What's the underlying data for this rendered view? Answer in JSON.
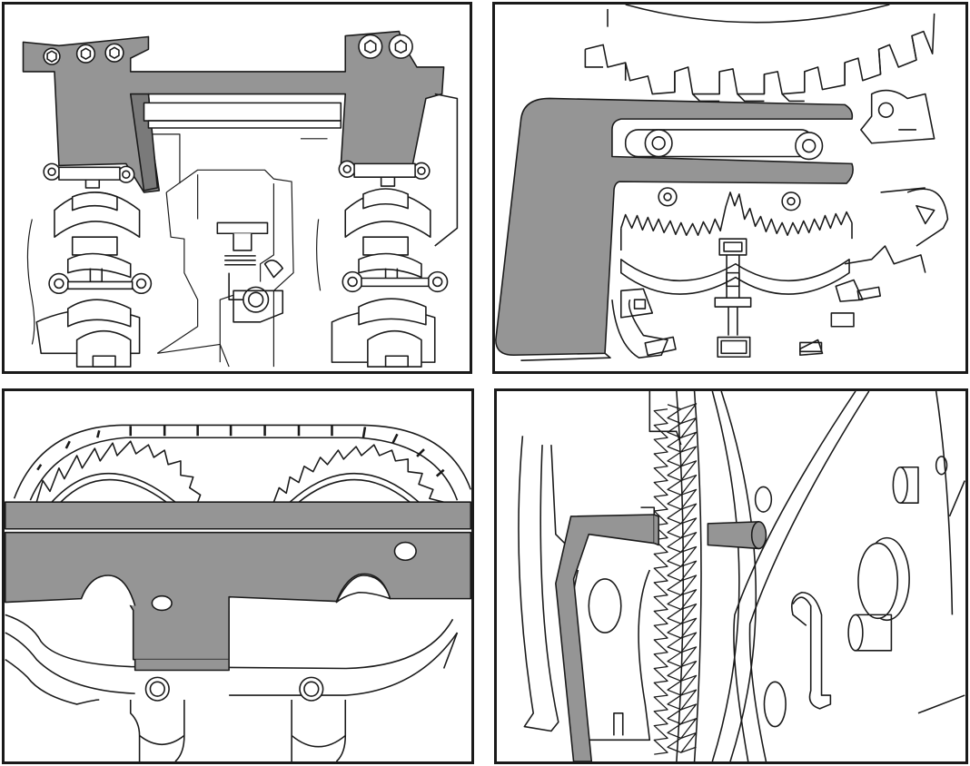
{
  "figure": {
    "panel_count": 4,
    "panels": [
      {
        "id": "panel-1",
        "depicts": "camshaft-alignment-bracket-on-twin-camshafts"
      },
      {
        "id": "panel-2",
        "depicts": "l-shaped-locking-plate-on-sprocket-teeth"
      },
      {
        "id": "panel-3",
        "depicts": "camshaft-locking-bar-under-timing-chain"
      },
      {
        "id": "panel-4",
        "depicts": "flywheel-locking-pin-and-lever-at-ring-gear"
      }
    ]
  },
  "colors": {
    "tool_fill": "#959595",
    "line": "#1a1a1a",
    "background": "#ffffff"
  }
}
